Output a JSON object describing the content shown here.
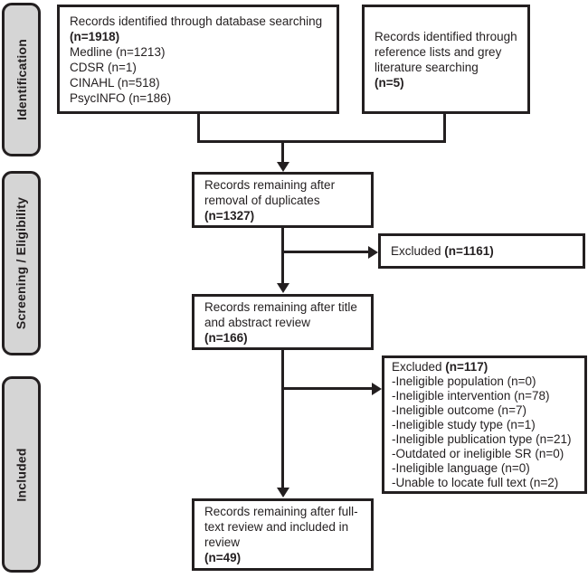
{
  "sidebar": {
    "stages": [
      {
        "label": "Identification"
      },
      {
        "label": "Screening / Eligibility"
      },
      {
        "label": "Included"
      }
    ]
  },
  "boxes": {
    "db_search": {
      "lines": [
        "Records identified through database searching",
        "(n=1918)",
        "Medline (n=1213)",
        "CDSR (n=1)",
        "CINAHL (n=518)",
        "PsycINFO (n=186)"
      ]
    },
    "other_sources": {
      "lines": [
        "Records identified through",
        "reference lists and grey",
        "literature searching",
        "(n=5)"
      ]
    },
    "duplicates_removed": {
      "lines": [
        "Records remaining after",
        "removal of duplicates",
        "(n=1327)"
      ]
    },
    "excluded_screening": {
      "prefix": "Excluded ",
      "count": "(n=1161)"
    },
    "title_abstract": {
      "lines": [
        "Records remaining after title",
        "and abstract review",
        "(n=166)"
      ]
    },
    "excluded_fulltext": {
      "prefix": "Excluded ",
      "count": "(n=117)",
      "reasons": [
        "-Ineligible population (n=0)",
        "-Ineligible intervention (n=78)",
        "-Ineligible outcome (n=7)",
        "-Ineligible study type (n=1)",
        "-Ineligible publication type (n=21)",
        "-Outdated or ineligible SR (n=0)",
        "-Ineligible language (n=0)",
        "-Unable to locate full text (n=2)"
      ]
    },
    "included_review": {
      "lines": [
        "Records remaining after full-",
        "text review and included in",
        "review",
        "(n=49)"
      ]
    }
  },
  "colors": {
    "ink": "#231f20",
    "stage_fill": "#d5d5d5",
    "box_fill": "#ffffff"
  }
}
